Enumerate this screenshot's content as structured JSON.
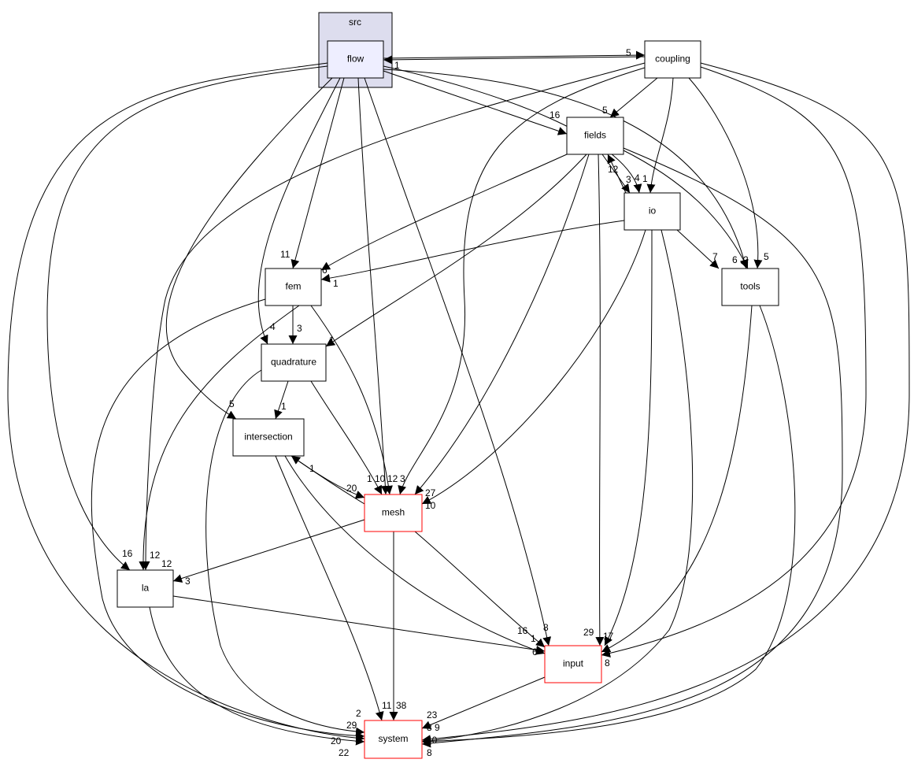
{
  "cluster": {
    "label": "src",
    "fill": "#ddddee",
    "stroke": "#000000"
  },
  "colors": {
    "default_border": "#000000",
    "incomplete_border": "#ff0000",
    "focus_fill": "#eeeeff",
    "node_fill": "#ffffff"
  },
  "nodes": [
    {
      "id": "flow",
      "label": "flow",
      "border": "#000000",
      "fill": "#eeeeff"
    },
    {
      "id": "coupling",
      "label": "coupling",
      "border": "#000000",
      "fill": "#ffffff"
    },
    {
      "id": "fields",
      "label": "fields",
      "border": "#000000",
      "fill": "#ffffff"
    },
    {
      "id": "io",
      "label": "io",
      "border": "#000000",
      "fill": "#ffffff"
    },
    {
      "id": "fem",
      "label": "fem",
      "border": "#000000",
      "fill": "#ffffff"
    },
    {
      "id": "tools",
      "label": "tools",
      "border": "#000000",
      "fill": "#ffffff"
    },
    {
      "id": "quadrature",
      "label": "quadrature",
      "border": "#000000",
      "fill": "#ffffff"
    },
    {
      "id": "intersection",
      "label": "intersection",
      "border": "#000000",
      "fill": "#ffffff"
    },
    {
      "id": "mesh",
      "label": "mesh",
      "border": "#ff0000",
      "fill": "#ffffff"
    },
    {
      "id": "la",
      "label": "la",
      "border": "#000000",
      "fill": "#ffffff"
    },
    {
      "id": "input",
      "label": "input",
      "border": "#ff0000",
      "fill": "#ffffff"
    },
    {
      "id": "system",
      "label": "system",
      "border": "#ff0000",
      "fill": "#ffffff"
    }
  ],
  "edges": [
    {
      "from": "flow",
      "to": "coupling",
      "label": "5"
    },
    {
      "from": "coupling",
      "to": "flow",
      "label": "1"
    },
    {
      "from": "flow",
      "to": "fields",
      "label": "16"
    },
    {
      "from": "flow",
      "to": "io",
      "label": "4"
    },
    {
      "from": "coupling",
      "to": "io",
      "label": "1"
    },
    {
      "from": "flow",
      "to": "fem",
      "label": "11"
    },
    {
      "from": "flow",
      "to": "quadrature",
      "label": "4"
    },
    {
      "from": "flow",
      "to": "intersection",
      "label": "5"
    },
    {
      "from": "flow",
      "to": "mesh",
      "label": "10"
    },
    {
      "from": "flow",
      "to": "input",
      "label": "8"
    },
    {
      "from": "flow",
      "to": "la",
      "label": "16"
    },
    {
      "from": "flow",
      "to": "system",
      "label": "29"
    },
    {
      "from": "flow",
      "to": "tools",
      "label": "6"
    },
    {
      "from": "coupling",
      "to": "fields",
      "label": "5"
    },
    {
      "from": "coupling",
      "to": "mesh",
      "label": "3"
    },
    {
      "from": "coupling",
      "to": "la",
      "label": "12"
    },
    {
      "from": "coupling",
      "to": "tools",
      "label": "5"
    },
    {
      "from": "coupling",
      "to": "input",
      "label": "8"
    },
    {
      "from": "coupling",
      "to": "system",
      "label": "8"
    },
    {
      "from": "fields",
      "to": "io",
      "label": "12"
    },
    {
      "from": "io",
      "to": "fields",
      "label": "3"
    },
    {
      "from": "fields",
      "to": "fem",
      "label": "6"
    },
    {
      "from": "fields",
      "to": "quadrature",
      "label": "1"
    },
    {
      "from": "fields",
      "to": "mesh",
      "label": "27"
    },
    {
      "from": "fields",
      "to": "input",
      "label": "29"
    },
    {
      "from": "fields",
      "to": "tools",
      "label": "2"
    },
    {
      "from": "fields",
      "to": "system",
      "label": "9"
    },
    {
      "from": "io",
      "to": "fem",
      "label": "1"
    },
    {
      "from": "io",
      "to": "tools",
      "label": "7"
    },
    {
      "from": "io",
      "to": "mesh",
      "label": "10"
    },
    {
      "from": "io",
      "to": "input",
      "label": "17"
    },
    {
      "from": "io",
      "to": "system",
      "label": "40"
    },
    {
      "from": "fem",
      "to": "quadrature",
      "label": "3"
    },
    {
      "from": "fem",
      "to": "mesh",
      "label": "12"
    },
    {
      "from": "fem",
      "to": "la",
      "label": "12"
    },
    {
      "from": "fem",
      "to": "system",
      "label": "20"
    },
    {
      "from": "quadrature",
      "to": "intersection",
      "label": "1"
    },
    {
      "from": "quadrature",
      "to": "mesh",
      "label": "1"
    },
    {
      "from": "quadrature",
      "to": "system",
      "label": "2"
    },
    {
      "from": "intersection",
      "to": "mesh",
      "label": "20"
    },
    {
      "from": "mesh",
      "to": "intersection",
      "label": "1"
    },
    {
      "from": "intersection",
      "to": "input",
      "label": "1"
    },
    {
      "from": "intersection",
      "to": "system",
      "label": "11"
    },
    {
      "from": "mesh",
      "to": "la",
      "label": "3"
    },
    {
      "from": "mesh",
      "to": "input",
      "label": "16"
    },
    {
      "from": "mesh",
      "to": "system",
      "label": "38"
    },
    {
      "from": "la",
      "to": "input",
      "label": "6"
    },
    {
      "from": "la",
      "to": "system",
      "label": "22"
    },
    {
      "from": "input",
      "to": "system",
      "label": "23"
    },
    {
      "from": "tools",
      "to": "input",
      "label": "8"
    },
    {
      "from": "tools",
      "to": "system",
      "label": "8"
    }
  ]
}
